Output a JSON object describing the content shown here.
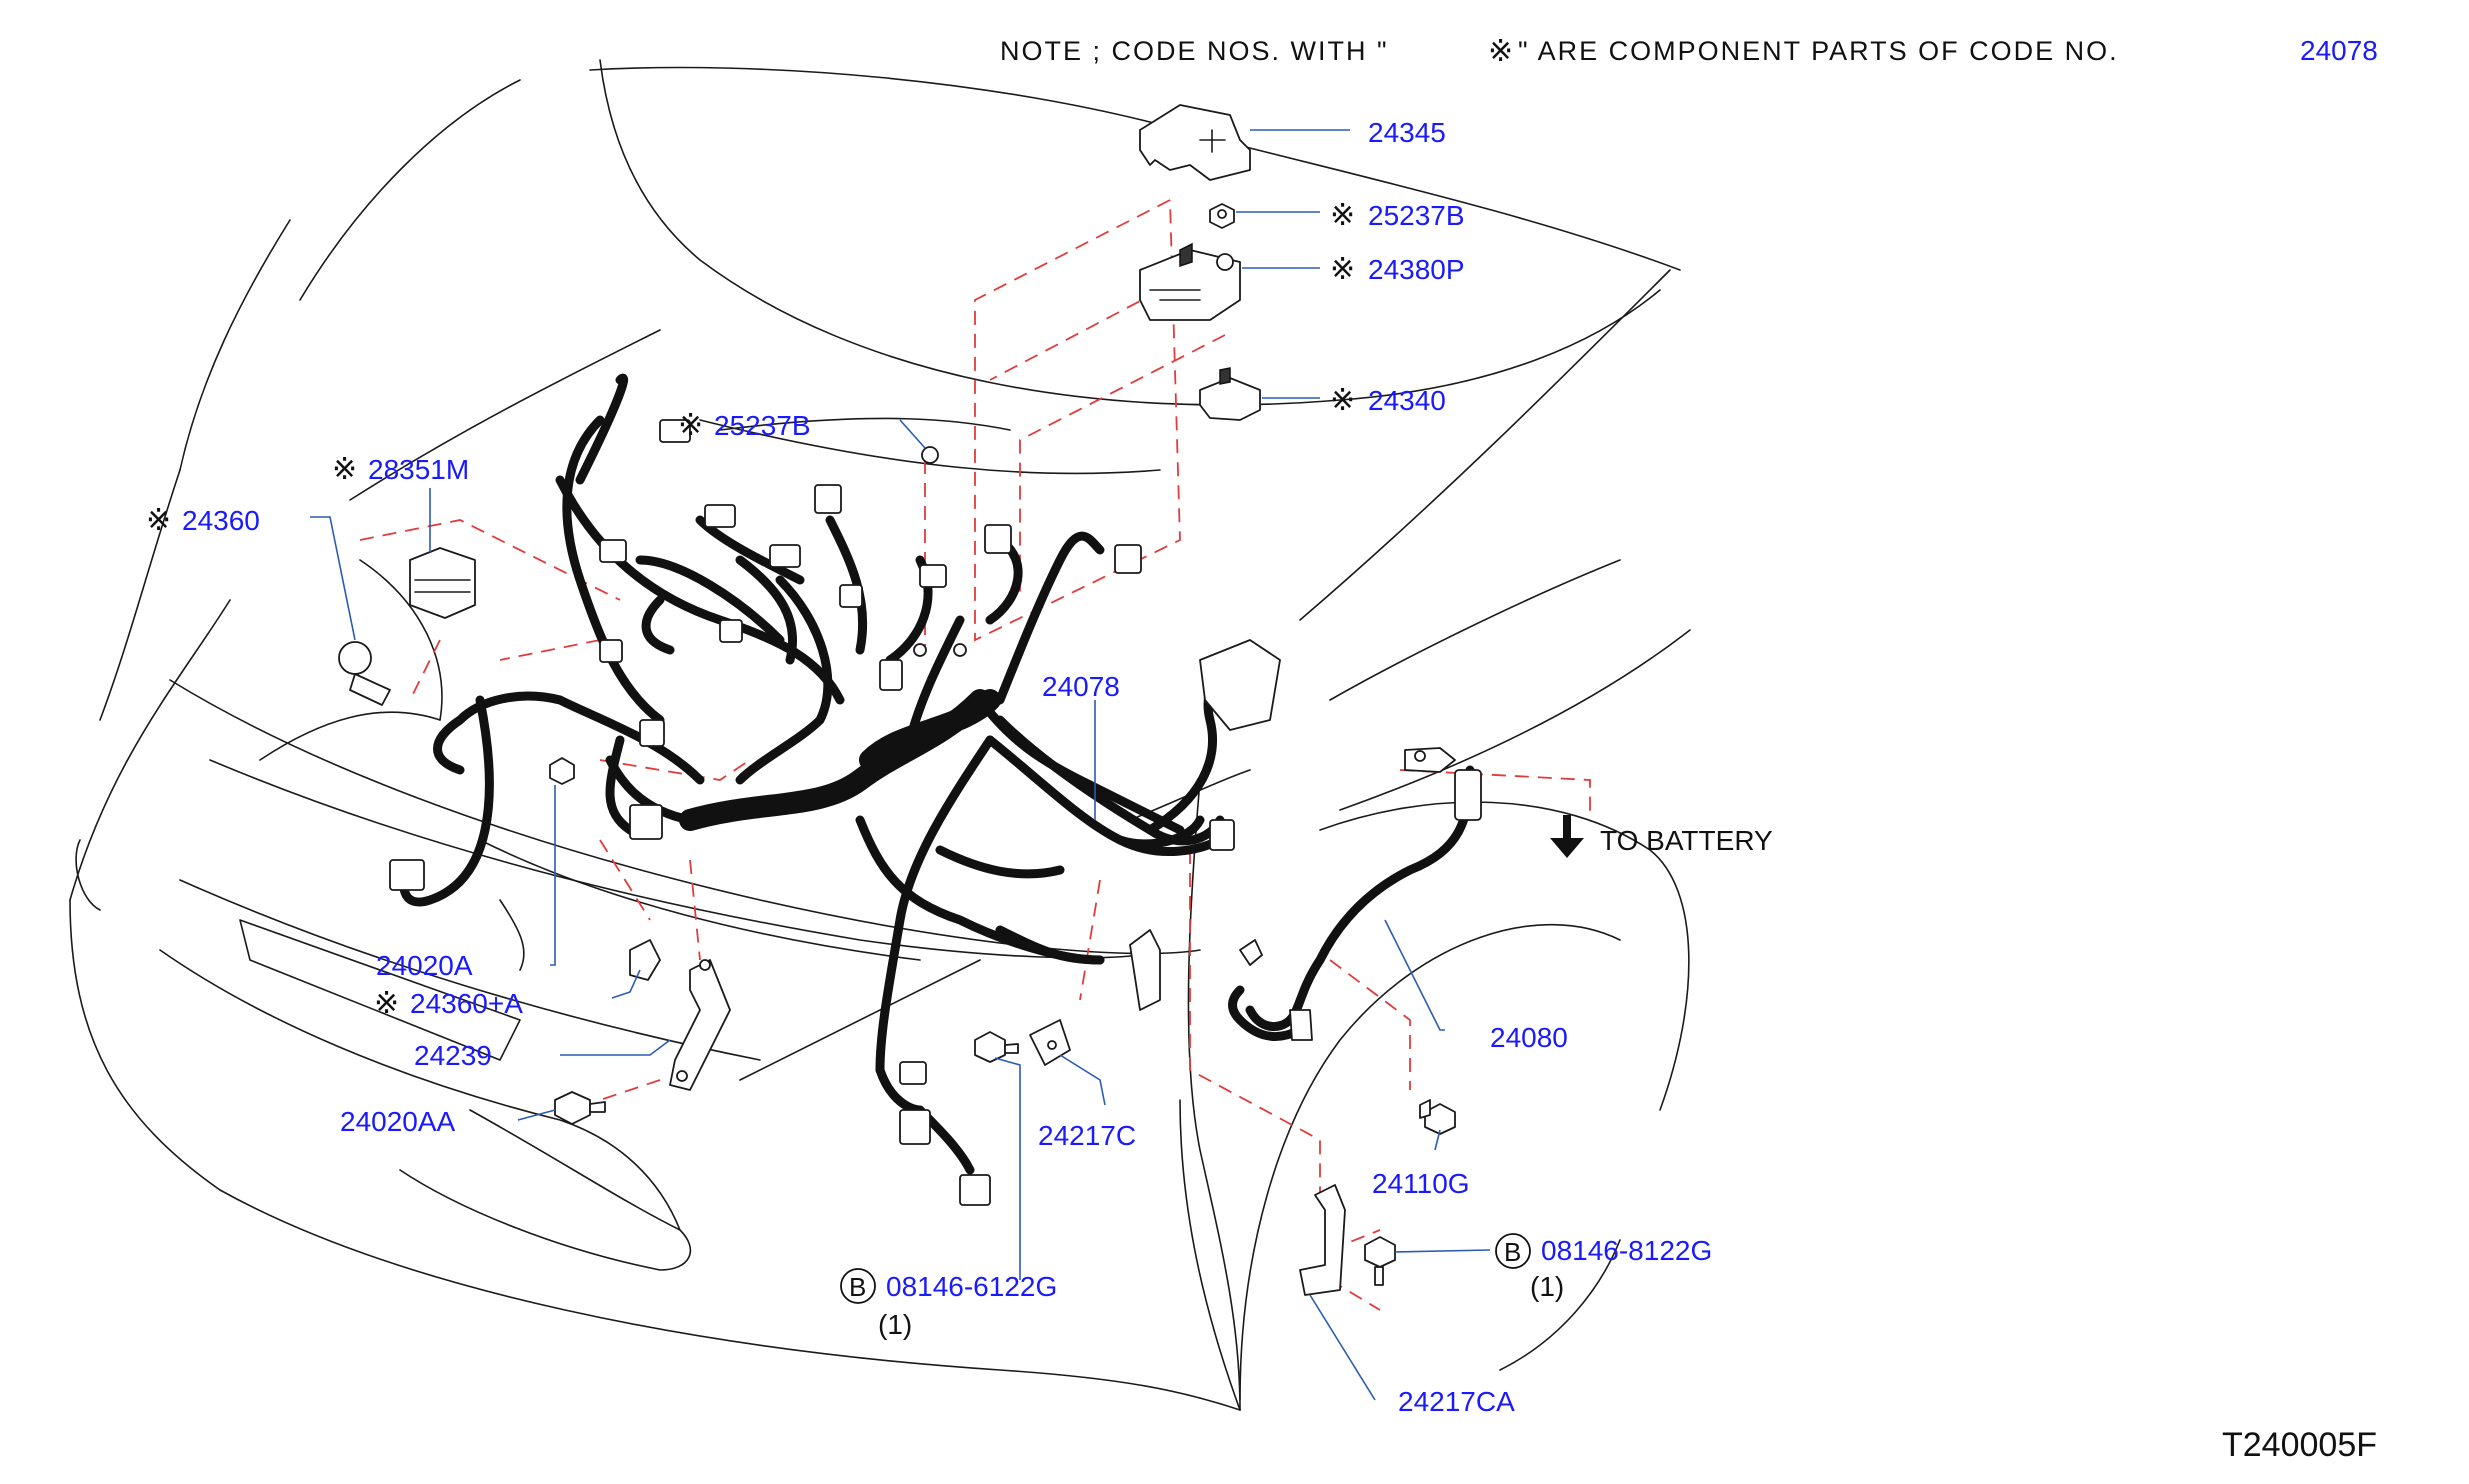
{
  "note": {
    "prefix": "NOTE  ;  CODE  NOS.  WITH  \"",
    "mark": "※",
    "suffix": "\"  ARE  COMPONENT  PARTS  OF  CODE  NO.",
    "code": "24078"
  },
  "mark_symbol": "※",
  "labels": {
    "l24345": "24345",
    "l25237B_top": "25237B",
    "l24380P": "24380P",
    "l24340": "24340",
    "l25237B": "25237B",
    "l28351M": "28351M",
    "l24360": "24360",
    "l24078": "24078",
    "l24020A": "24020A",
    "l24360A": "24360+A",
    "l24239": "24239",
    "l24020AA": "24020AA",
    "l24217C": "24217C",
    "l24080": "24080",
    "l24110G": "24110G",
    "l08146_6122G": "08146-6122G",
    "l08146_8122G": "08146-8122G",
    "l24217CA": "24217CA",
    "to_battery": "TO  BATTERY",
    "b_letter": "B",
    "qty_left": "(1)",
    "qty_right": "(1)"
  },
  "ref_code": "T240005F"
}
